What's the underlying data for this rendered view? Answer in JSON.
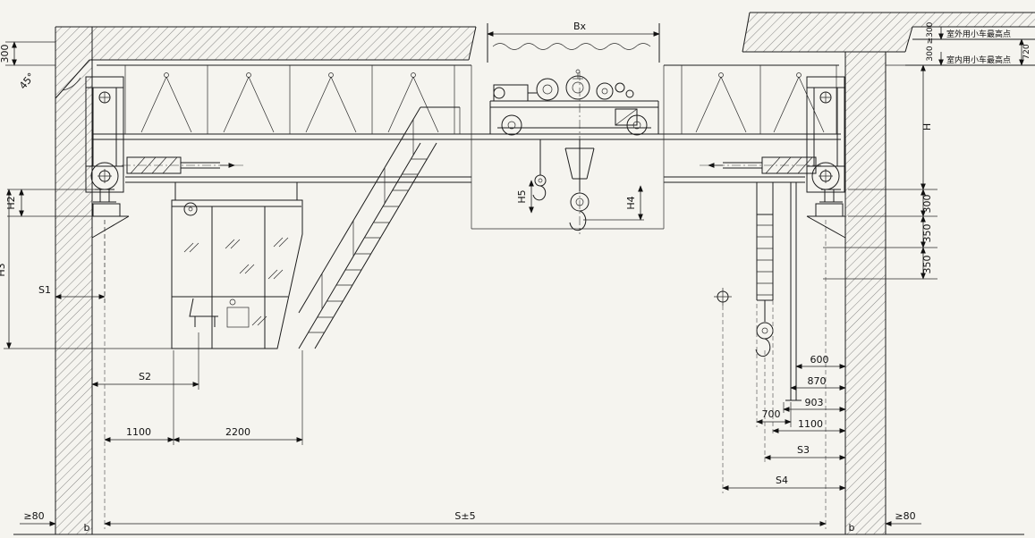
{
  "drawing": {
    "title": "overhead-crane-clearance-drawing",
    "labels": {
      "dim_300_top_left": "300",
      "angle_45": "45°",
      "h2": "H2",
      "h3": "H3",
      "s1": "S1",
      "s2": "S2",
      "dim_1100_bottom": "1100",
      "dim_2200": "2200",
      "ge80_left": "≥80",
      "b_left": "b",
      "span_s": "S±5",
      "b_right": "b",
      "ge80_right": "≥80",
      "bx": "Bx",
      "h5": "H5",
      "h4": "H4",
      "h_height": "H",
      "dim_300_right": "300",
      "dim_350_upper": "350",
      "dim_350_lower": "350",
      "ge300_top": "≥300",
      "note_outdoor": "室外用小车最高点",
      "dim_300_top_right": "300",
      "note_indoor": "室内用小车最高点",
      "dim_720": "720",
      "dim_600": "600",
      "dim_870": "870",
      "dim_903": "903",
      "dim_1100_right": "1100",
      "dim_700": "700",
      "s3": "S3",
      "s4": "S4"
    }
  }
}
